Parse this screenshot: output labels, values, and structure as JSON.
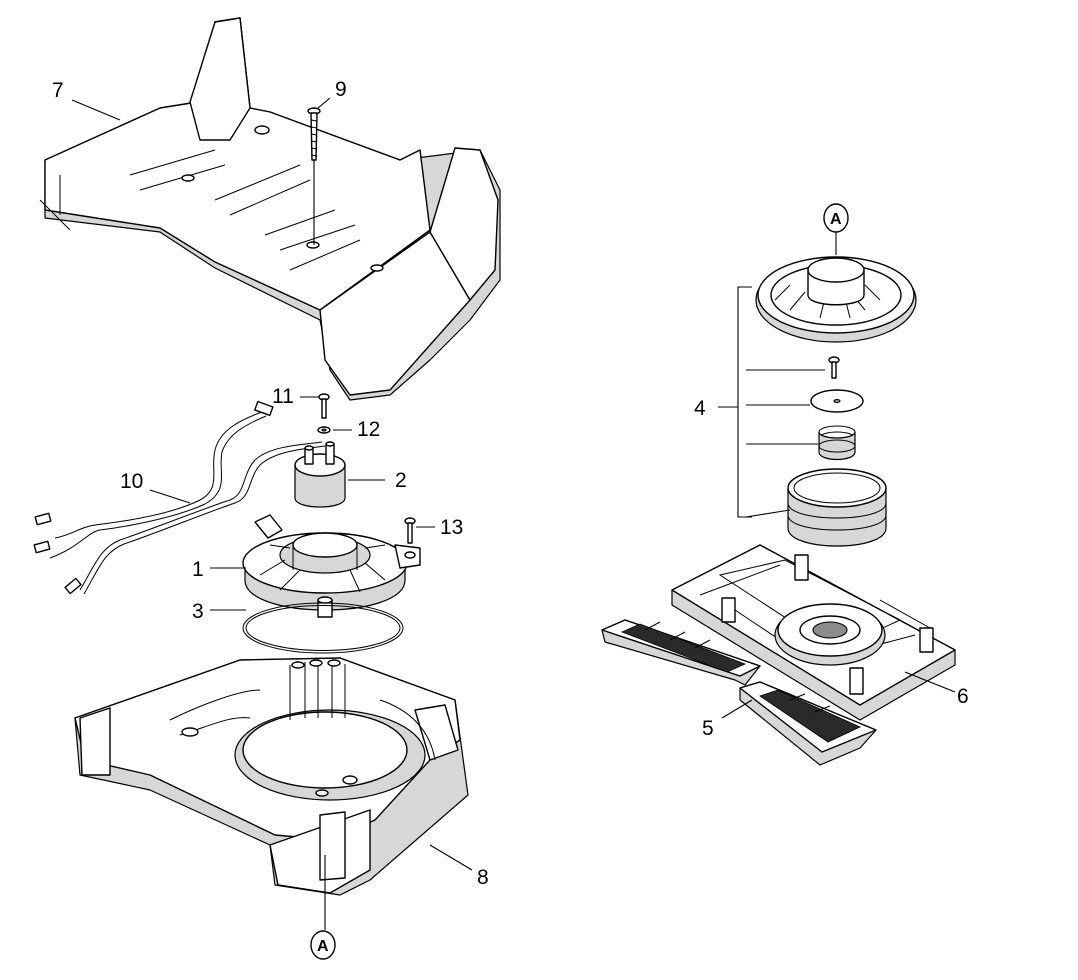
{
  "callouts": {
    "p1": "1",
    "p2": "2",
    "p3": "3",
    "p4": "4",
    "p5": "5",
    "p6": "6",
    "p7": "7",
    "p8": "8",
    "p9": "9",
    "p10": "10",
    "p11": "11",
    "p12": "12",
    "p13": "13"
  },
  "reference_marks": {
    "bottom": "A",
    "right": "A"
  },
  "colors": {
    "line": "#000000",
    "shade": "#d7d7d7",
    "background": "#ffffff"
  }
}
